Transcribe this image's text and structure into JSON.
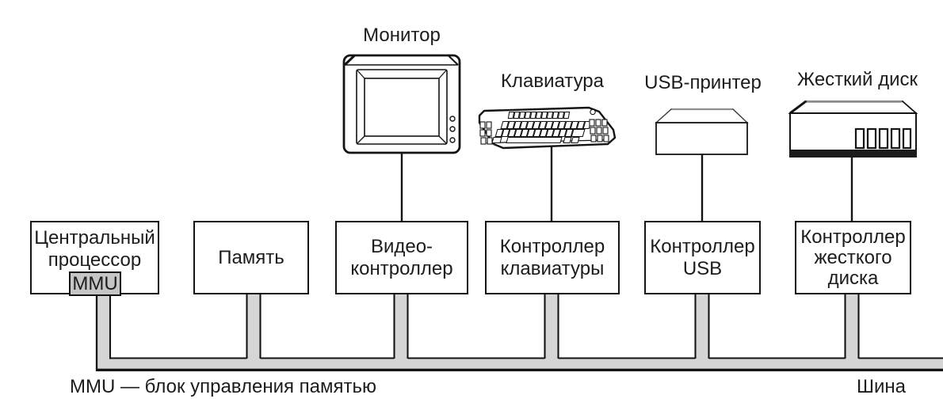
{
  "device_labels": {
    "monitor": "Монитор",
    "keyboard": "Клавиатура",
    "printer": "USB-принтер",
    "disk": "Жесткий диск"
  },
  "boxes": {
    "cpu": {
      "line1": "Центральный",
      "line2": "процессор",
      "badge": "MMU"
    },
    "memory": {
      "line1": "Память"
    },
    "video": {
      "line1": "Видео-",
      "line2": "контроллер"
    },
    "kbd": {
      "line1": "Контроллер",
      "line2": "клавиатуры"
    },
    "usb": {
      "line1": "Контроллер",
      "line2": "USB"
    },
    "hdd": {
      "line1": "Контроллер",
      "line2": "жесткого",
      "line3": "диска"
    }
  },
  "captions": {
    "mmu_note": "MMU — блок управления памятью",
    "bus": "Шина"
  },
  "colors": {
    "bus_gray": "#d6d6d6",
    "mmu_gray": "#c6c6c6",
    "line": "#141414",
    "text": "#1c1c1c",
    "disk_base": "#1b1b1b",
    "edge_gray": "#8f8f8f"
  }
}
